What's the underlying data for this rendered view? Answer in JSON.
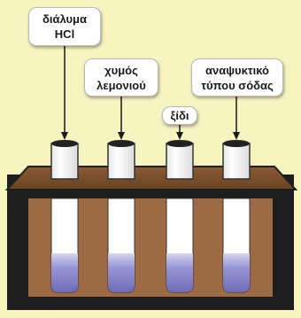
{
  "labels": {
    "hcl": {
      "line1": "διάλυμα",
      "line2": "HCl"
    },
    "lemon": {
      "line1": "χυμός",
      "line2": "λεμονιού"
    },
    "vinegar": {
      "line1": "ξίδι"
    },
    "soda": {
      "line1": "αναψυκτικό",
      "line2": "τύπου σόδας"
    }
  },
  "colors": {
    "background": "#f6f4bf",
    "rack_top": "#7a4f2a",
    "rack_frame": "#1e1e1e",
    "rack_inner": "#9c6a44",
    "tube": "#ffffff",
    "liquid": "#8c88cc"
  }
}
